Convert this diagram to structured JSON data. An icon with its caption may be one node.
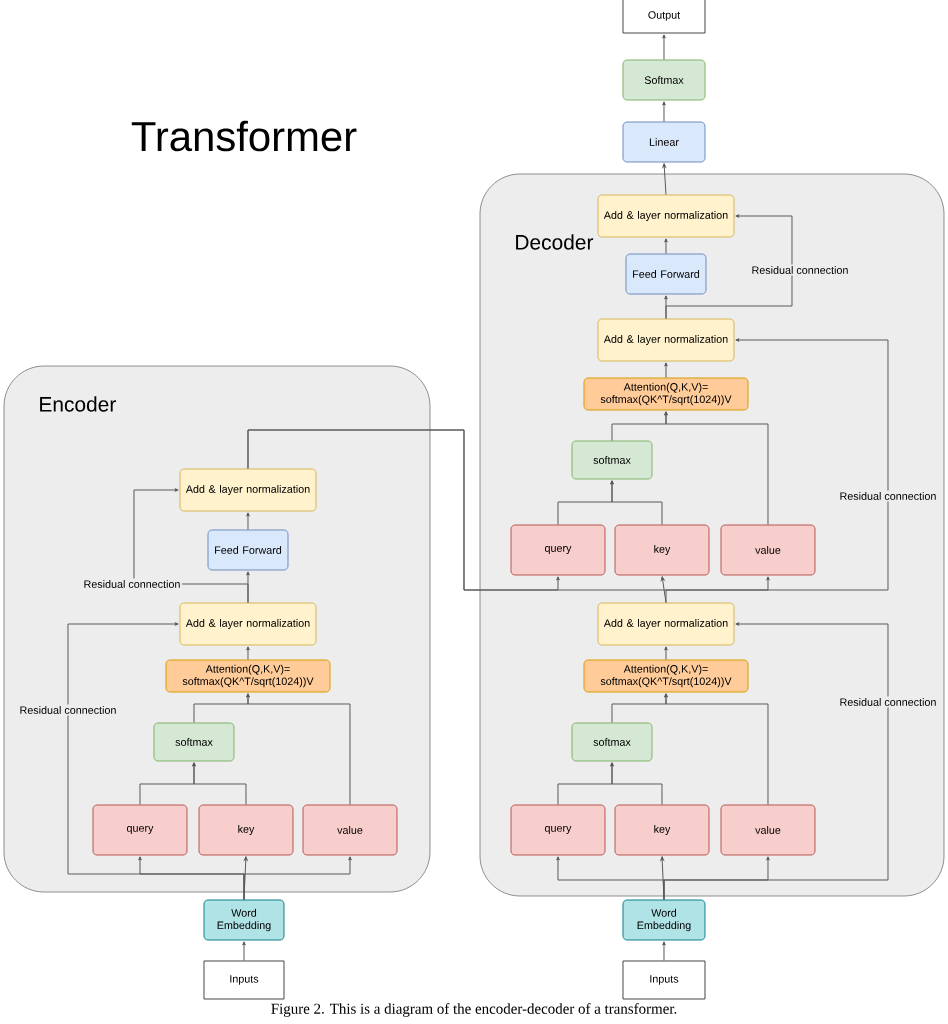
{
  "diagram": {
    "title": "Transformer",
    "caption": "Figure 2. This is a diagram of the encoder-decoder of a transformer.",
    "nodes": [
      {
        "text": [
          "Encoder"
        ]
      },
      {
        "text": [
          "Add & layer normalization"
        ],
        "in": 0
      },
      {
        "text": [
          "Feed Forward"
        ],
        "in": 0
      },
      {
        "text": [
          "Add & layer normalization"
        ],
        "in": 0
      },
      {
        "text": [
          "Attention(Q,K,V)= softmax(QK^T/sqrt(1024))V"
        ],
        "in": 0
      },
      {
        "text": [
          "softmax"
        ],
        "in": 0
      },
      {
        "text": [
          "query"
        ],
        "in": 0
      },
      {
        "text": [
          "key"
        ],
        "in": 0
      },
      {
        "text": [
          "value"
        ],
        "in": 0
      },
      {
        "text": [
          "Word Embedding"
        ]
      },
      {
        "text": [
          "Inputs"
        ]
      },
      {
        "text": [
          "Output"
        ]
      },
      {
        "text": [
          "Softmax"
        ]
      },
      {
        "text": [
          "Linear"
        ]
      },
      {
        "text": [
          "Decoder"
        ]
      },
      {
        "text": [
          "Add & layer normalization"
        ],
        "in": 14
      },
      {
        "text": [
          "Feed Forward"
        ],
        "in": 14
      },
      {
        "text": [
          "Add & layer normalization"
        ],
        "in": 14
      },
      {
        "text": [
          "Attention(Q,K,V)= softmax(QK^T/sqrt(1024))V"
        ],
        "in": 14
      },
      {
        "text": [
          "softmax"
        ],
        "in": 14
      },
      {
        "text": [
          "query"
        ],
        "in": 14
      },
      {
        "text": [
          "key"
        ],
        "in": 14
      },
      {
        "text": [
          "value"
        ],
        "in": 14
      },
      {
        "text": [
          "Add & layer normalization"
        ],
        "in": 14
      },
      {
        "text": [
          "Attention(Q,K,V)= softmax(QK^T/sqrt(1024))V"
        ],
        "in": 14
      },
      {
        "text": [
          "softmax"
        ],
        "in": 14
      },
      {
        "text": [
          "query"
        ],
        "in": 14
      },
      {
        "text": [
          "key"
        ],
        "in": 14
      },
      {
        "text": [
          "value"
        ],
        "in": 14
      },
      {
        "text": [
          "Word Embedding"
        ]
      },
      {
        "text": [
          "Inputs"
        ]
      }
    ],
    "edges": [
      {
        "from": 10,
        "to": 9,
        "arrow": "to"
      },
      {
        "from": 9,
        "to": 6,
        "arrow": "to"
      },
      {
        "from": 9,
        "to": 7,
        "arrow": "to"
      },
      {
        "from": 9,
        "to": 8,
        "arrow": "to"
      },
      {
        "from": 9,
        "to": 3,
        "arrow": "to",
        "label": "Residual connection"
      },
      {
        "from": 6,
        "to": 5,
        "arrow": "to"
      },
      {
        "from": 7,
        "to": 5,
        "arrow": "to"
      },
      {
        "from": 5,
        "to": 4,
        "arrow": "to"
      },
      {
        "from": 8,
        "to": 4,
        "arrow": "to"
      },
      {
        "from": 4,
        "to": 3,
        "arrow": "to"
      },
      {
        "from": 3,
        "to": 2,
        "arrow": "to"
      },
      {
        "from": 3,
        "to": 1,
        "arrow": "to",
        "label": "Residual connection"
      },
      {
        "from": 2,
        "to": 1,
        "arrow": "to"
      },
      {
        "from": 1,
        "to": 20,
        "arrow": "to"
      },
      {
        "from": 1,
        "to": 22,
        "arrow": "to"
      },
      {
        "from": 23,
        "to": 21,
        "arrow": "to"
      },
      {
        "from": 23,
        "to": 17,
        "arrow": "to",
        "label": "Residual connection"
      },
      {
        "from": 20,
        "to": 19,
        "arrow": "to"
      },
      {
        "from": 21,
        "to": 19,
        "arrow": "to"
      },
      {
        "from": 19,
        "to": 18,
        "arrow": "to"
      },
      {
        "from": 22,
        "to": 18,
        "arrow": "to"
      },
      {
        "from": 18,
        "to": 17,
        "arrow": "to"
      },
      {
        "from": 17,
        "to": 16,
        "arrow": "to"
      },
      {
        "from": 17,
        "to": 15,
        "arrow": "to",
        "label": "Residual connection"
      },
      {
        "from": 16,
        "to": 15,
        "arrow": "to"
      },
      {
        "from": 15,
        "to": 13,
        "arrow": "to"
      },
      {
        "from": 13,
        "to": 12,
        "arrow": "to"
      },
      {
        "from": 12,
        "to": 11,
        "arrow": "to"
      },
      {
        "from": 30,
        "to": 29,
        "arrow": "to"
      },
      {
        "from": 29,
        "to": 26,
        "arrow": "to"
      },
      {
        "from": 29,
        "to": 27,
        "arrow": "to"
      },
      {
        "from": 29,
        "to": 28,
        "arrow": "to"
      },
      {
        "from": 29,
        "to": 23,
        "arrow": "to",
        "label": "Residual connection"
      },
      {
        "from": 26,
        "to": 25,
        "arrow": "to"
      },
      {
        "from": 27,
        "to": 25,
        "arrow": "to"
      },
      {
        "from": 25,
        "to": 24,
        "arrow": "to"
      },
      {
        "from": 28,
        "to": 24,
        "arrow": "to"
      },
      {
        "from": 24,
        "to": 23,
        "arrow": "to"
      }
    ]
  }
}
